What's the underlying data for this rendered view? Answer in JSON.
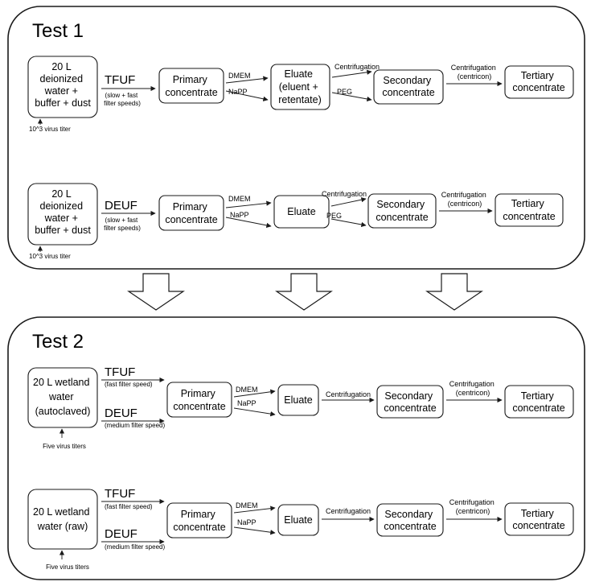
{
  "test1": {
    "title": "Test 1",
    "row1": {
      "source": [
        "20 L",
        "deionized",
        "water +",
        "buffer + dust"
      ],
      "titer": "10^3 virus titer",
      "method": "TFUF",
      "speed": [
        "(slow + fast",
        "filter speeds)"
      ],
      "primary": [
        "Primary",
        "concentrate"
      ],
      "reagent_a": "DMEM",
      "reagent_b": "NaPP",
      "eluate": [
        "Eluate",
        "(eluent +",
        "retentate)"
      ],
      "proc_a": "Centrifugation",
      "proc_b": "PEG",
      "secondary": [
        "Secondary",
        "concentrate"
      ],
      "final_proc": [
        "Centrifugation",
        "(centricon)"
      ],
      "tertiary": [
        "Tertiary",
        "concentrate"
      ]
    },
    "row2": {
      "source": [
        "20 L",
        "deionized",
        "water +",
        "buffer + dust"
      ],
      "titer": "10^3 virus titer",
      "method": "DEUF",
      "speed": [
        "(slow + fast",
        "filter speeds)"
      ],
      "primary": [
        "Primary",
        "concentrate"
      ],
      "reagent_a": "DMEM",
      "reagent_b": "NaPP",
      "eluate": [
        "Eluate"
      ],
      "proc_a": "Centrifugation",
      "proc_b": "PEG",
      "secondary": [
        "Secondary",
        "concentrate"
      ],
      "final_proc": [
        "Centrifugation",
        "(centricon)"
      ],
      "tertiary": [
        "Tertiary",
        "concentrate"
      ]
    }
  },
  "test2": {
    "title": "Test 2",
    "row1": {
      "source": [
        "20 L wetland",
        "water",
        "(autoclaved)"
      ],
      "titer": "Five virus titers",
      "method_a": "TFUF",
      "speed_a": "(fast filter speed)",
      "method_b": "DEUF",
      "speed_b": "(medium filter speed)",
      "primary": [
        "Primary",
        "concentrate"
      ],
      "reagent_a": "DMEM",
      "reagent_b": "NaPP",
      "eluate": [
        "Eluate"
      ],
      "proc": "Centrifugation",
      "secondary": [
        "Secondary",
        "concentrate"
      ],
      "final_proc": [
        "Centrifugation",
        "(centricon)"
      ],
      "tertiary": [
        "Tertiary",
        "concentrate"
      ]
    },
    "row2": {
      "source": [
        "20 L wetland",
        "water (raw)"
      ],
      "titer": "Five virus titers",
      "method_a": "TFUF",
      "speed_a": "(fast filter speed)",
      "method_b": "DEUF",
      "speed_b": "(medium filter speed)",
      "primary": [
        "Primary",
        "concentrate"
      ],
      "reagent_a": "DMEM",
      "reagent_b": "NaPP",
      "eluate": [
        "Eluate"
      ],
      "proc": "Centrifugation",
      "secondary": [
        "Secondary",
        "concentrate"
      ],
      "final_proc": [
        "Centrifugation",
        "(centricon)"
      ],
      "tertiary": [
        "Tertiary",
        "concentrate"
      ]
    }
  }
}
